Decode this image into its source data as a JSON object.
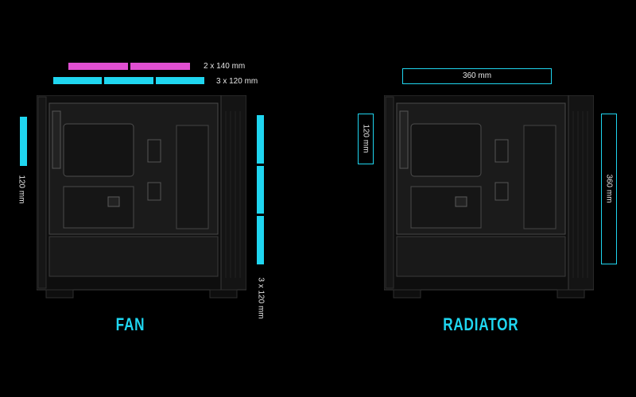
{
  "fan_section": {
    "title": "FAN",
    "top_140_label": "2 x 140 mm",
    "top_120_label": "3 x 120 mm",
    "rear_label": "120 mm",
    "front_label": "3 x 120 mm"
  },
  "radiator_section": {
    "title": "RADIATOR",
    "top_label": "360 mm",
    "rear_label": "120 mm",
    "front_label": "360 mm"
  },
  "colors": {
    "accent_cyan": "#1fd6f0",
    "accent_pink": "#e04fd1",
    "background": "#000000"
  }
}
